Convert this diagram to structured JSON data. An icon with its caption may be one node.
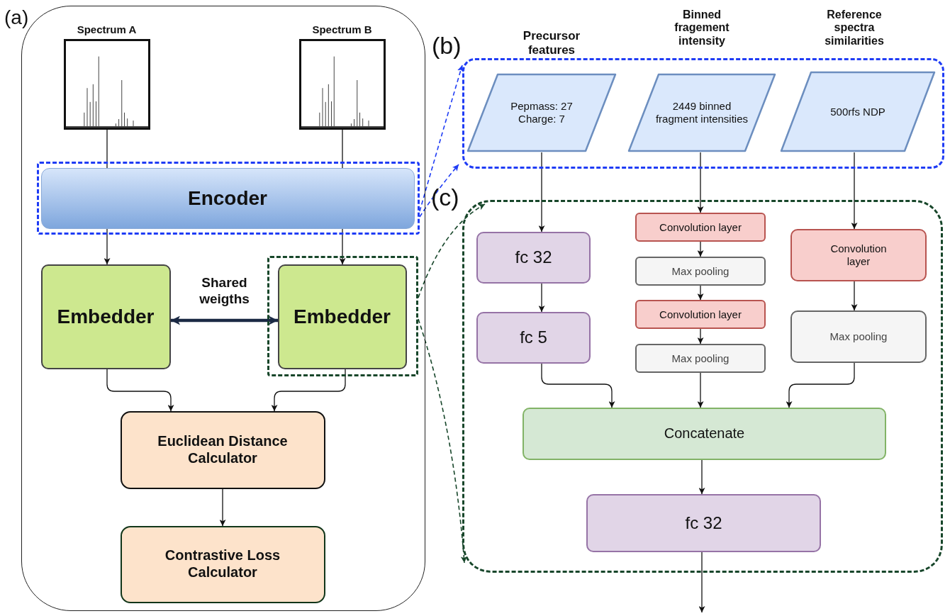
{
  "diagram": {
    "nodes": [
      {
        "text": [
          "(a)"
        ]
      },
      {
        "text": [
          "Spectrum A"
        ],
        "in": 0
      },
      {
        "text": [
          "Spectrum B"
        ],
        "in": 0
      },
      {
        "text": [],
        "shape": "box",
        "in": 0
      },
      {
        "text": [
          "Encoder"
        ],
        "in": 3
      },
      {
        "text": [
          "Embedder"
        ],
        "in": 0
      },
      {
        "text": [],
        "shape": "box",
        "in": 0
      },
      {
        "text": [
          "Embedder"
        ],
        "in": 6
      },
      {
        "text": [
          "Euclidean Distance Calculator"
        ],
        "in": 0
      },
      {
        "text": [
          "Contrastive Loss Calculator"
        ],
        "in": 0
      },
      {
        "text": [
          "(b)"
        ]
      },
      {
        "text": [
          "Pepmass: 27 Charge: 7"
        ],
        "beside": [
          "Precursor features"
        ],
        "in": 10
      },
      {
        "text": [
          "2449 binned fragment intensities"
        ],
        "beside": [
          "Binned fragement intensity"
        ],
        "in": 10
      },
      {
        "text": [
          "500rfs NDP"
        ],
        "beside": [
          "Reference spectra similarities"
        ],
        "in": 10
      },
      {
        "text": [
          "(c)"
        ]
      },
      {
        "text": [
          "fc 32"
        ],
        "in": 14
      },
      {
        "text": [
          "fc 5"
        ],
        "in": 14
      },
      {
        "text": [
          "Convolution layer"
        ],
        "in": 14
      },
      {
        "text": [
          "Max pooling"
        ],
        "in": 14
      },
      {
        "text": [
          "Convolution layer"
        ],
        "in": 14
      },
      {
        "text": [
          "Max pooling"
        ],
        "in": 14
      },
      {
        "text": [
          "Convolution layer"
        ],
        "in": 14
      },
      {
        "text": [
          "Max pooling"
        ],
        "in": 14
      },
      {
        "text": [
          "Concatenate"
        ],
        "in": 14
      },
      {
        "text": [
          "fc 32"
        ],
        "in": 14
      }
    ],
    "edges": [
      {
        "from": 1,
        "to": 4,
        "arrow": "none"
      },
      {
        "from": 2,
        "to": 4,
        "arrow": "none"
      },
      {
        "from": 4,
        "to": 5,
        "arrow": "to"
      },
      {
        "from": 4,
        "to": 7,
        "arrow": "to"
      },
      {
        "from": 5,
        "to": 7,
        "arrow": "both",
        "label": "Shared weigths",
        "style": "thick",
        "color": "#1b2a44"
      },
      {
        "from": 5,
        "to": 8,
        "arrow": "to"
      },
      {
        "from": 7,
        "to": 8,
        "arrow": "to"
      },
      {
        "from": 8,
        "to": 9,
        "arrow": "to"
      },
      {
        "from": 3,
        "to": 10,
        "arrow": "to",
        "style": "dashed",
        "color": "#1f3cf5"
      },
      {
        "from": 3,
        "to": 10,
        "arrow": "to",
        "style": "dashed",
        "color": "#1f3cf5"
      },
      {
        "from": 6,
        "to": 14,
        "arrow": "to",
        "style": "dashed",
        "color": "#17462a"
      },
      {
        "from": 6,
        "to": 14,
        "arrow": "to",
        "style": "dashed",
        "color": "#17462a"
      },
      {
        "from": 11,
        "to": 15,
        "arrow": "to"
      },
      {
        "from": 15,
        "to": 16,
        "arrow": "to"
      },
      {
        "from": 16,
        "to": 23,
        "arrow": "to"
      },
      {
        "from": 12,
        "to": 17,
        "arrow": "to"
      },
      {
        "from": 17,
        "to": 18,
        "arrow": "to"
      },
      {
        "from": 18,
        "to": 19,
        "arrow": "to"
      },
      {
        "from": 19,
        "to": 20,
        "arrow": "to"
      },
      {
        "from": 20,
        "to": 23,
        "arrow": "to"
      },
      {
        "from": 13,
        "to": 21,
        "arrow": "to"
      },
      {
        "from": 21,
        "to": 22,
        "arrow": "to"
      },
      {
        "from": 22,
        "to": 23,
        "arrow": "to"
      },
      {
        "from": 23,
        "to": 24,
        "arrow": "to"
      },
      {
        "from": 24,
        "to": null,
        "arrow": "to"
      }
    ]
  }
}
